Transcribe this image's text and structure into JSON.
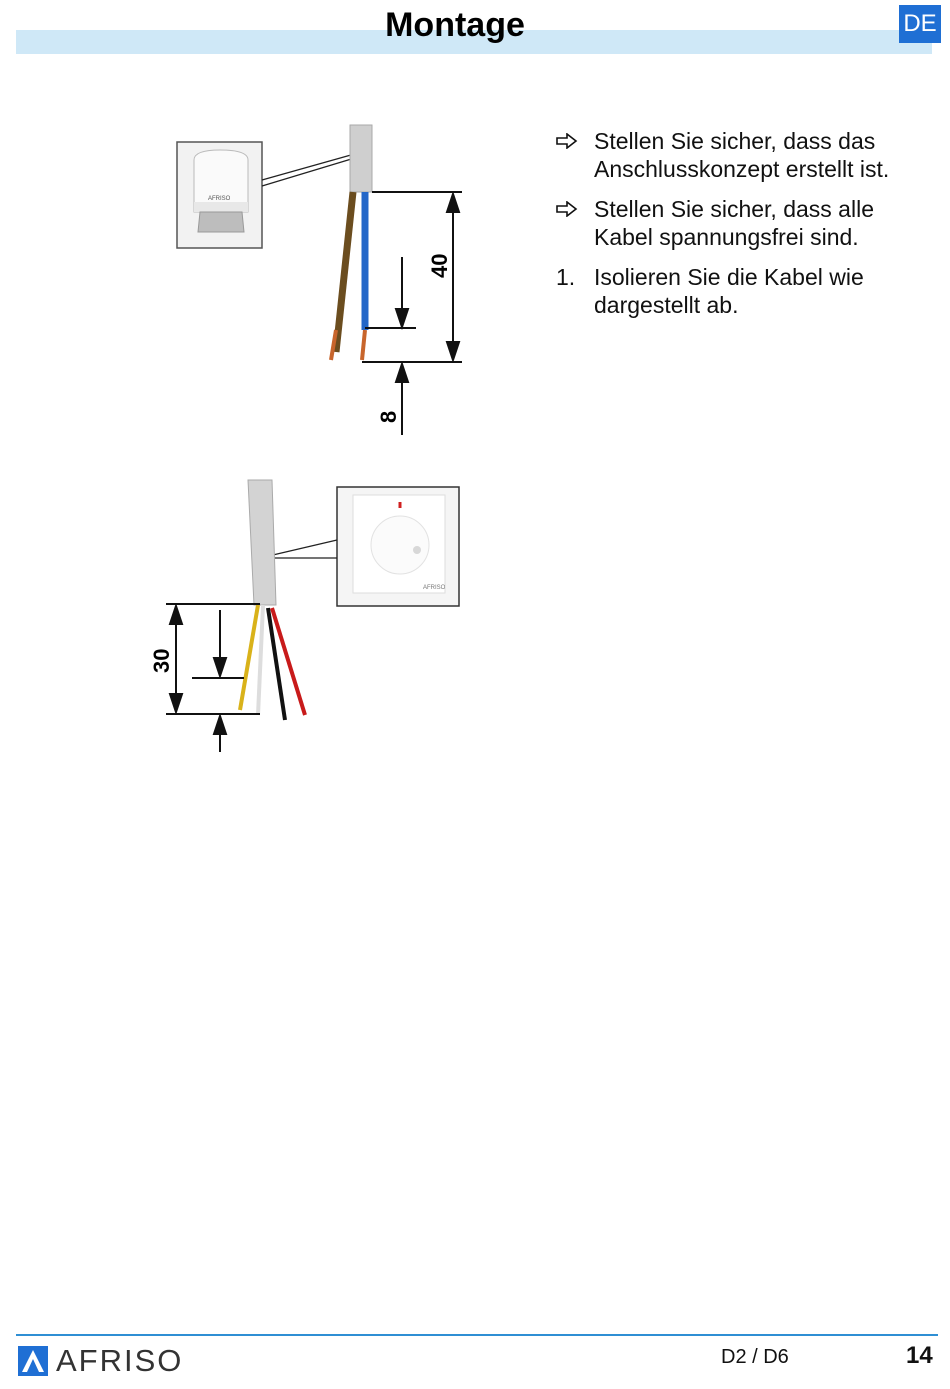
{
  "header": {
    "title": "Montage",
    "language": "DE"
  },
  "instructions": [
    {
      "marker": "arrow",
      "text": "Stellen Sie sicher, dass das Anschlusskonzept erstellt ist."
    },
    {
      "marker": "arrow",
      "text": "Stellen Sie sicher, dass alle Kabel spannungsfrei sind."
    },
    {
      "marker": "1.",
      "text": "Isolieren Sie die Kabel wie dargestellt ab."
    }
  ],
  "figure_actuator": {
    "dimension_sheath": "40",
    "dimension_strip": "8",
    "device_brand": "AFRISO",
    "wire_colors": [
      "#6b4d1f",
      "#2467c8",
      "#c8652c"
    ]
  },
  "figure_thermostat": {
    "dimension_sheath": "30",
    "device_brand": "AFRISO",
    "wire_colors": [
      "#d9b21a",
      "#dddddd",
      "#c81a1a",
      "#111111"
    ]
  },
  "footer": {
    "brand": "AFRISO",
    "doc_id": "D2 / D6",
    "page_number": "14"
  },
  "colors": {
    "accent": "#1f6fd4",
    "header_band": "#cfe8f7",
    "footer_line": "#2f8fd4"
  }
}
